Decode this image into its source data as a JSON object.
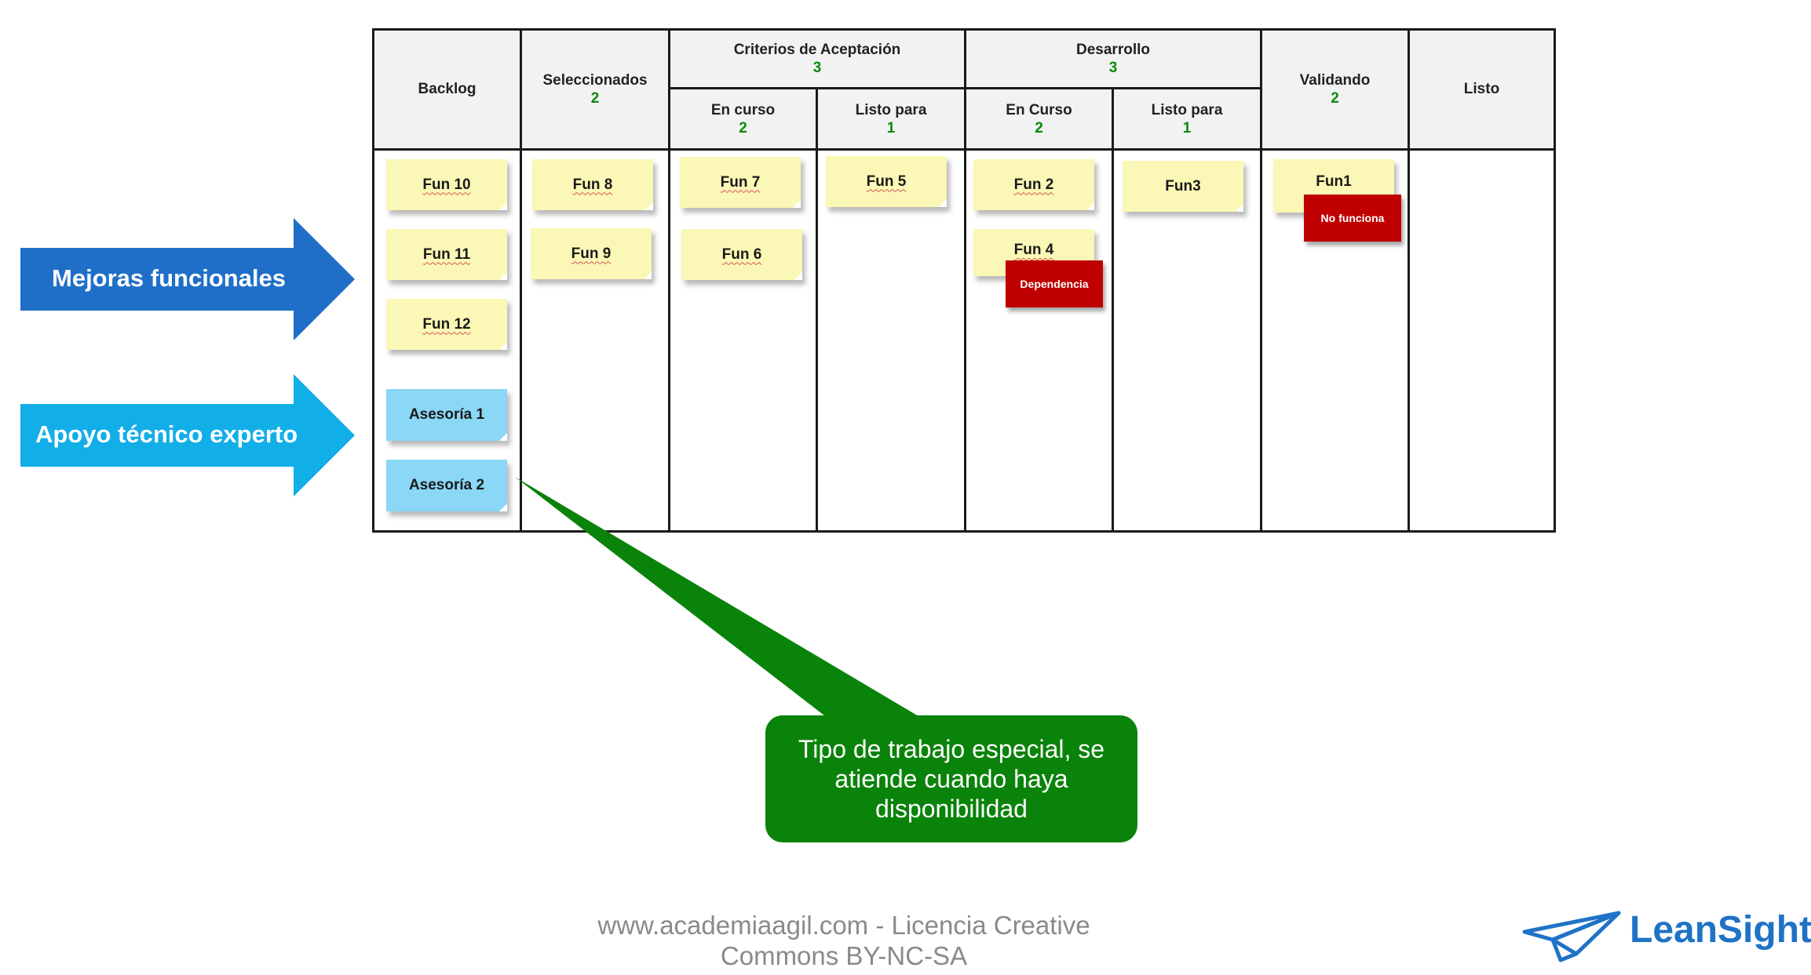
{
  "board": {
    "columns": [
      {
        "id": "backlog",
        "title": "Backlog",
        "wip": ""
      },
      {
        "id": "seleccionados",
        "title": "Seleccionados",
        "wip": "2"
      },
      {
        "id": "criterios",
        "title": "Criterios de Aceptación",
        "wip": "3",
        "subcolumns": [
          {
            "id": "criterios-en-curso",
            "title": "En curso",
            "wip": "2"
          },
          {
            "id": "criterios-listo",
            "title": "Listo para",
            "wip": "1"
          }
        ]
      },
      {
        "id": "desarrollo",
        "title": "Desarrollo",
        "wip": "3",
        "subcolumns": [
          {
            "id": "desarrollo-en-curso",
            "title": "En Curso",
            "wip": "2"
          },
          {
            "id": "desarrollo-listo",
            "title": "Listo para",
            "wip": "1"
          }
        ]
      },
      {
        "id": "validando",
        "title": "Validando",
        "wip": "2"
      },
      {
        "id": "listo",
        "title": "Listo",
        "wip": ""
      }
    ],
    "cards": {
      "fun10": "Fun 10",
      "fun11": "Fun 11",
      "fun12": "Fun 12",
      "asesoria1": "Asesoría 1",
      "asesoria2": "Asesoría 2",
      "fun8": "Fun 8",
      "fun9": "Fun 9",
      "fun7": "Fun 7",
      "fun6": "Fun 6",
      "fun5": "Fun 5",
      "fun2": "Fun 2",
      "fun4": "Fun 4",
      "fun3": "Fun3",
      "fun1": "Fun1"
    },
    "blockers": {
      "dependencia": "Dependencia",
      "no_funciona": "No funciona"
    }
  },
  "lanes": {
    "mejoras": "Mejoras funcionales",
    "apoyo": "Apoyo técnico experto"
  },
  "callout": {
    "text": "Tipo de trabajo especial, se atiende cuando haya disponibilidad"
  },
  "footer": {
    "license_line1": "www.academiaagil.com - Licencia Creative",
    "license_line2": "Commons BY-NC-SA"
  },
  "logo": {
    "text": "LeanSight"
  },
  "colors": {
    "card_yellow": "#fbf7b6",
    "card_blue": "#8ad7f6",
    "blocker_red": "#c00000",
    "wip_green": "#0a8a0a",
    "arrow_dark_blue": "#1f6fc8",
    "arrow_light_blue": "#12aee8",
    "callout_green": "#0a830a",
    "logo_blue": "#1f73c6"
  }
}
